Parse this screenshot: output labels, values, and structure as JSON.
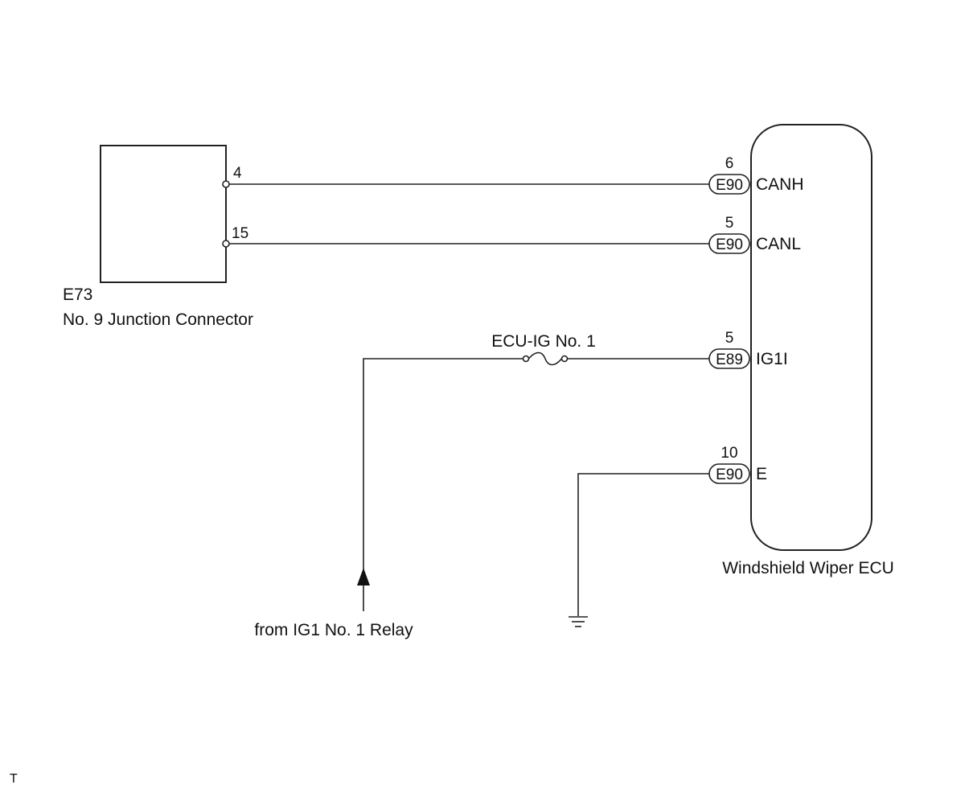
{
  "junction_connector": {
    "code": "E73",
    "name": "No. 9 Junction Connector",
    "pins": [
      {
        "pin": "4"
      },
      {
        "pin": "15"
      }
    ]
  },
  "ecu": {
    "name": "Windshield Wiper ECU",
    "terminals": [
      {
        "pin": "6",
        "connector": "E90",
        "signal": "CANH"
      },
      {
        "pin": "5",
        "connector": "E90",
        "signal": "CANL"
      },
      {
        "pin": "5",
        "connector": "E89",
        "signal": "IG1I"
      },
      {
        "pin": "10",
        "connector": "E90",
        "signal": "E"
      }
    ]
  },
  "fuse": {
    "label": "ECU-IG No. 1"
  },
  "power_source": {
    "label": "from IG1 No. 1 Relay"
  },
  "corner_mark": "T"
}
